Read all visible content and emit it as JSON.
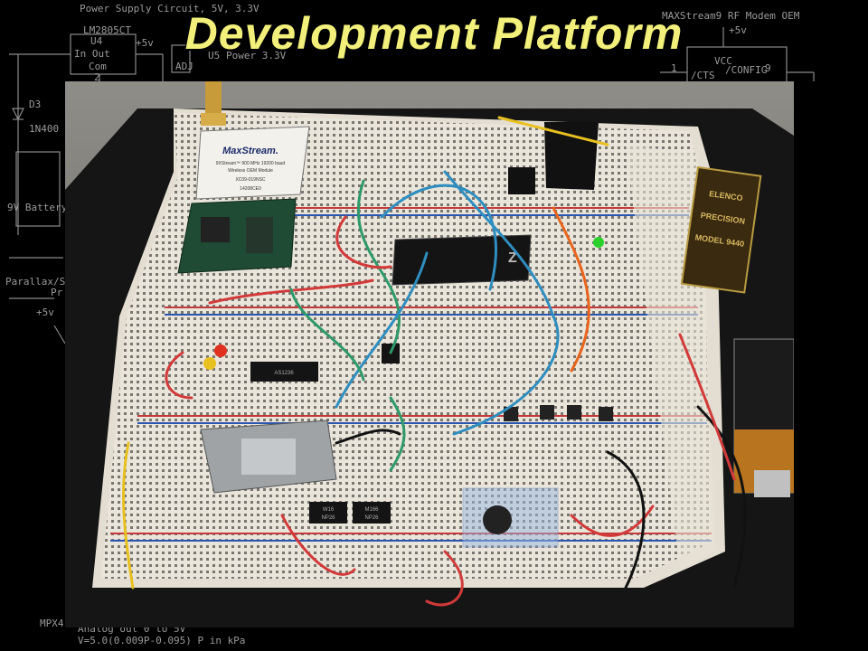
{
  "slide": {
    "title": "Development Platform"
  },
  "schematic": {
    "labels": {
      "power_supply": "Power Supply Circuit, 5V, 3.3V",
      "lm2805ct": "LM2805CT",
      "u4": "U4",
      "in_out": "In   Out",
      "com": "Com",
      "pin2": "2",
      "plus5v_top": "+5v",
      "adj": "ADJ",
      "u5": "U5",
      "power33": "Power 3.3V",
      "d3": "D3",
      "in400": "1N400",
      "battery": "9V Battery",
      "parallax": "Parallax/S",
      "pr": "Pr",
      "plus5v_left": "+5v",
      "maxstream_oem": "MAXStream9 RF Modem OEM",
      "plus5v_right": "+5v",
      "vcc": "VCC",
      "cts": "/CTS",
      "config": "/CONFIG",
      "pin1": "1",
      "pin9": "9",
      "mpx4": "MPX4",
      "analog_out": "Analog out 0 to 5V",
      "formula": "V=5.0(0.009P-0.095) P in kPa"
    }
  },
  "photo": {
    "panel_text_1": "ELENCO",
    "panel_text_2": "PRECISION",
    "panel_text_3": "MODEL 9440",
    "module_brand": "MaxStream.",
    "module_line1": "9XStream™ 900 MHz 19200 baud",
    "module_line2": "Wireless OEM Module",
    "module_line3": "XC09-019NSC",
    "module_line4": "14208CE0",
    "chip_mark": "Z",
    "ic1": "AS1236",
    "ic2": "W16",
    "ic3": "NP26",
    "ic4": "M166",
    "ic5": "NP26"
  }
}
